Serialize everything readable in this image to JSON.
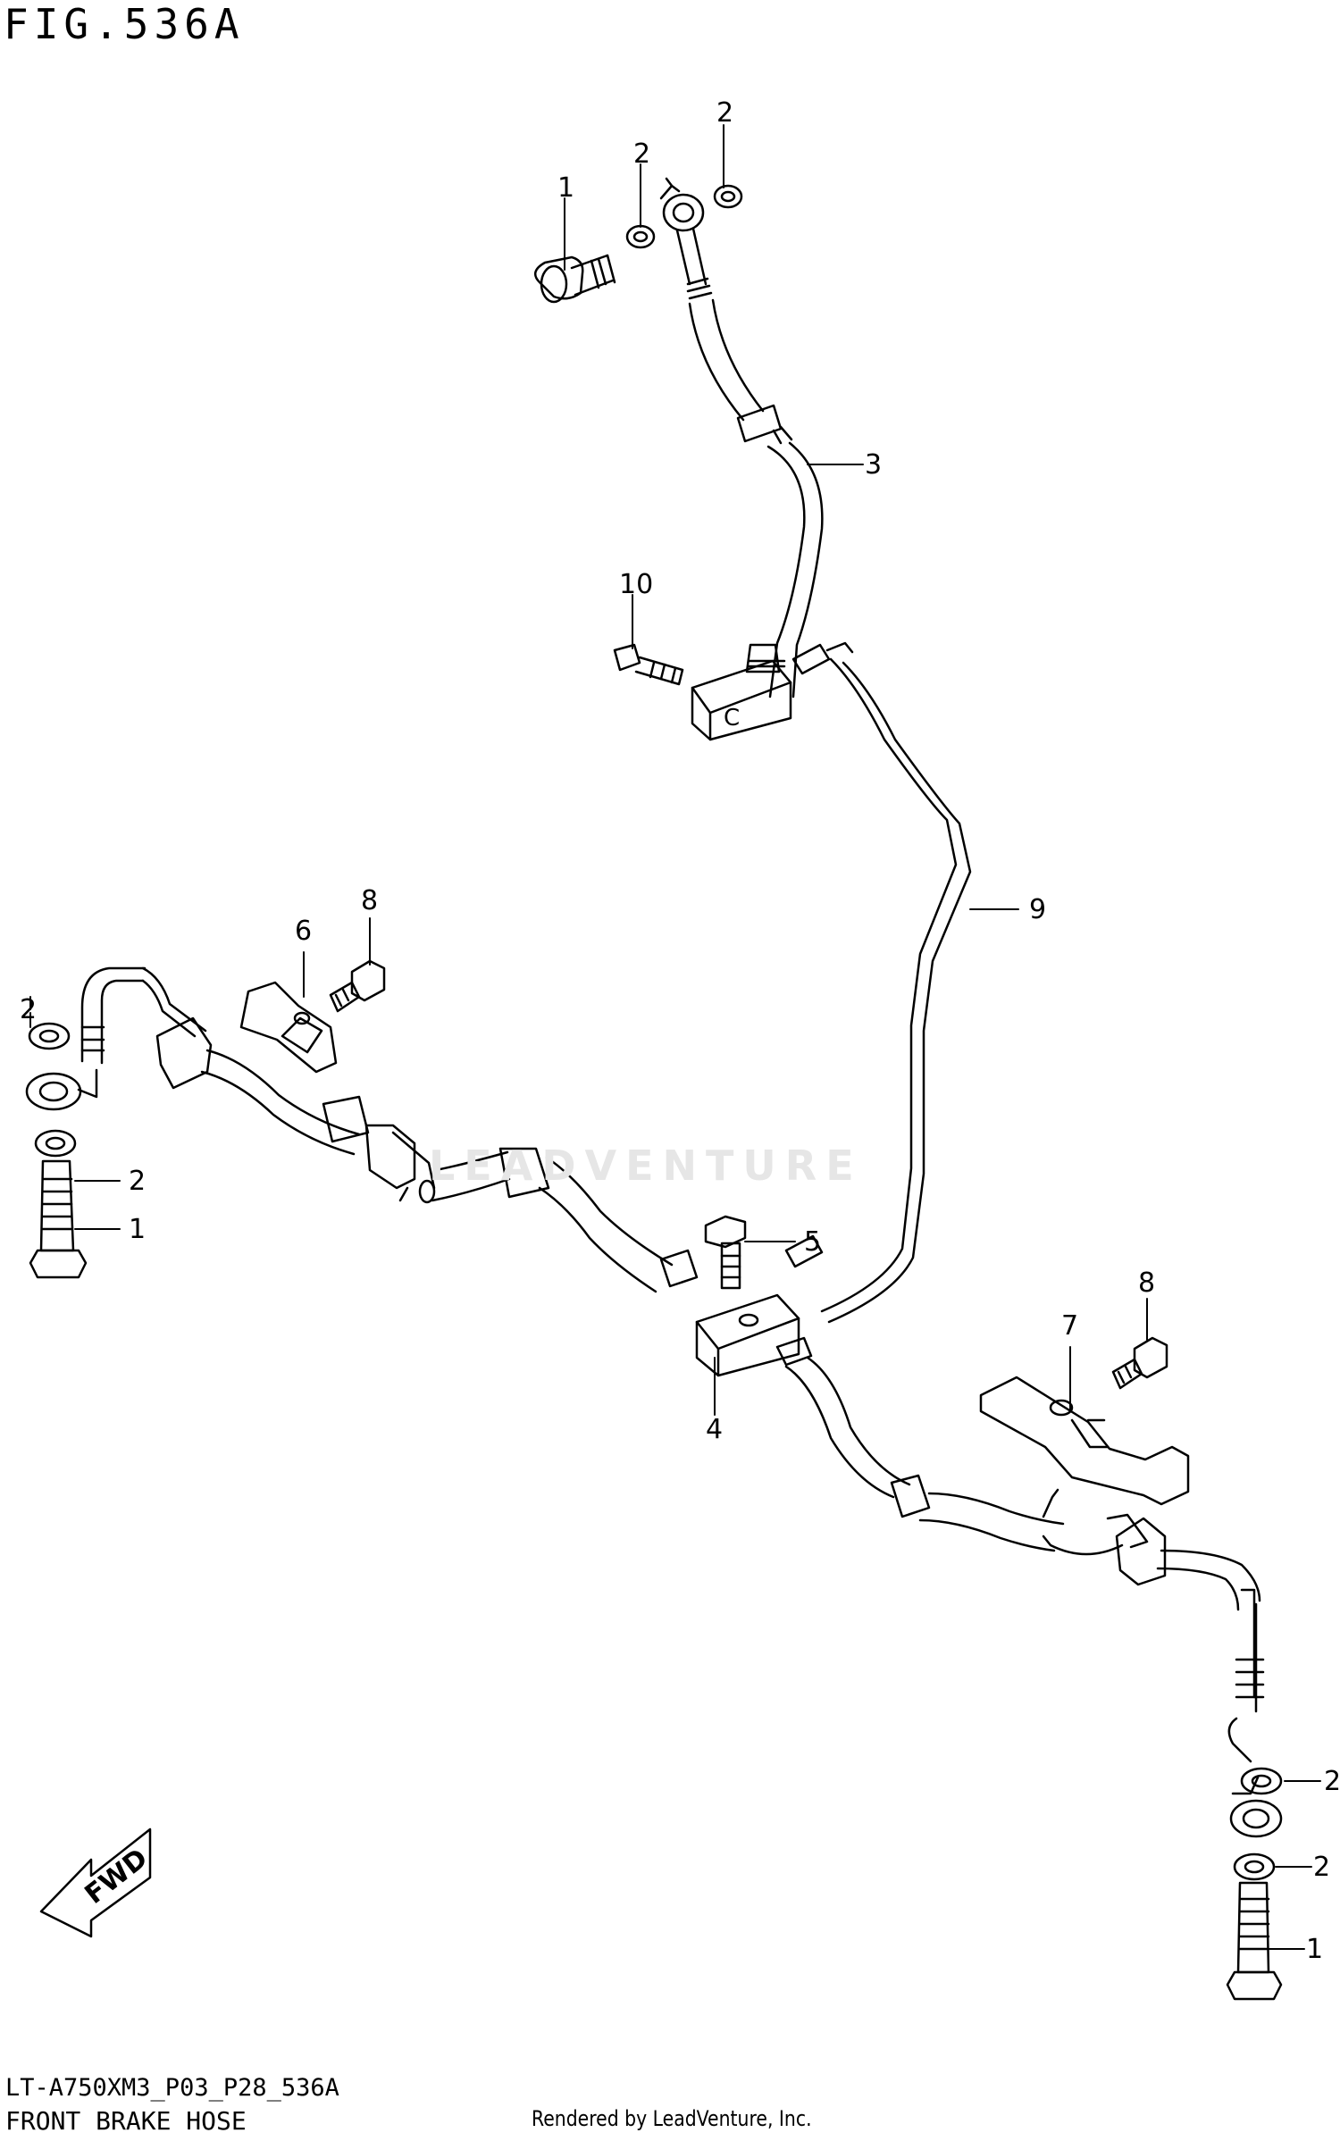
{
  "figure": {
    "title": "FIG.536A",
    "model_code": "LT-A750XM3_P03_P28_536A",
    "caption": "FRONT BRAKE HOSE",
    "rendered_by": "Rendered by LeadVenture, Inc.",
    "fwd_label": "FWD",
    "watermark": "LEADVENTURE"
  },
  "callouts": {
    "c1": "1",
    "c2": "2",
    "c3": "2",
    "c4": "3",
    "c5": "10",
    "c6": "9",
    "c7": "6",
    "c8": "8",
    "c9": "2",
    "c10": "2",
    "c11": "1",
    "c12": "5",
    "c13": "4",
    "c14": "7",
    "c15": "8",
    "c16": "2",
    "c17": "2",
    "c18": "1"
  }
}
